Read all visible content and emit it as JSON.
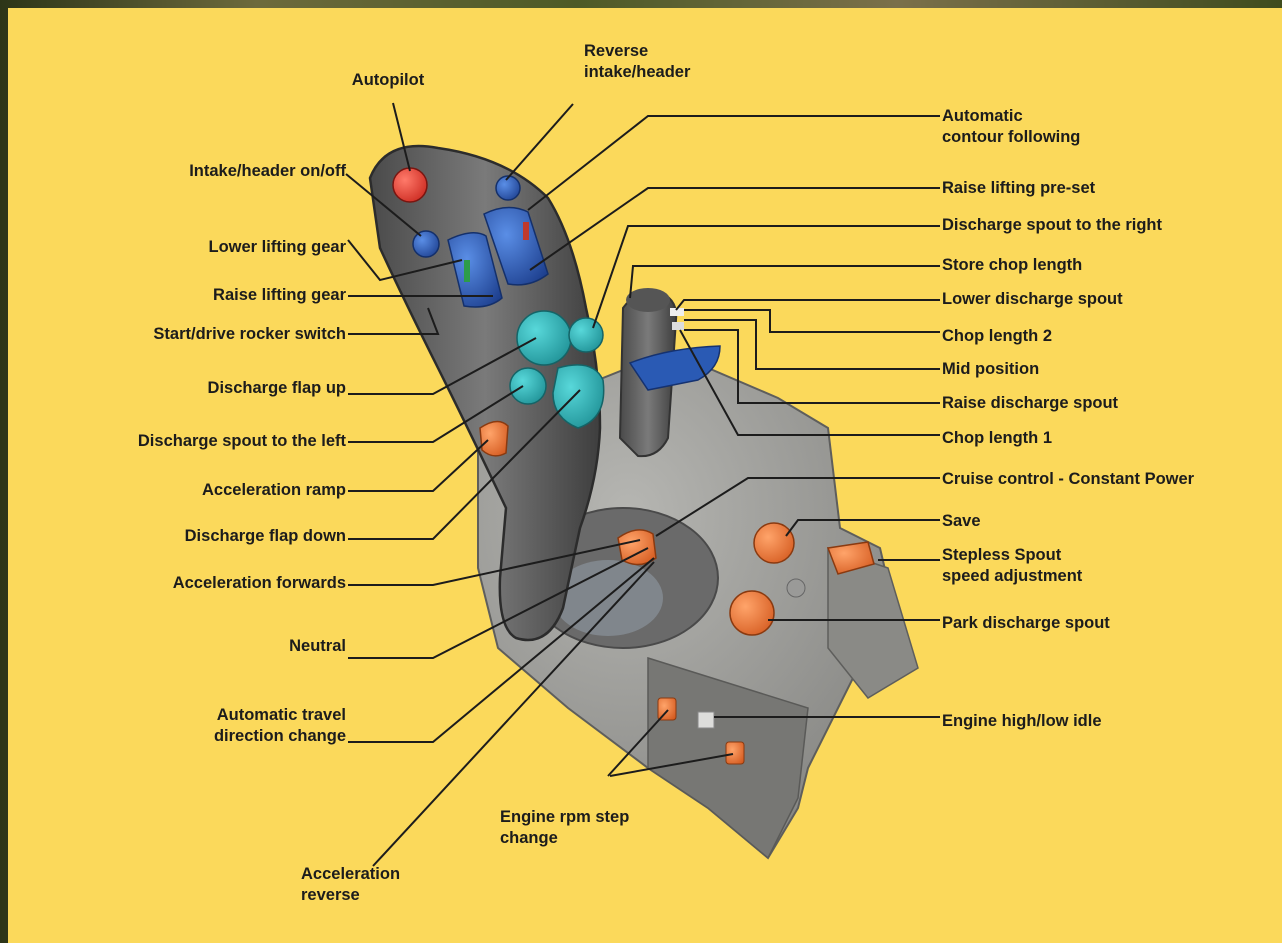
{
  "labels": {
    "autopilot": "Autopilot",
    "reverse_intake": "Reverse\nintake/header",
    "intake_onoff": "Intake/header on/off",
    "lower_lifting": "Lower lifting gear",
    "raise_lifting": "Raise lifting gear",
    "start_drive": "Start/drive rocker switch",
    "flap_up": "Discharge flap up",
    "spout_left": "Discharge spout to the left",
    "accel_ramp": "Acceleration ramp",
    "flap_down": "Discharge flap down",
    "accel_fwd": "Acceleration forwards",
    "neutral": "Neutral",
    "auto_travel": "Automatic travel\ndirection change",
    "accel_rev": "Acceleration\nreverse",
    "engine_rpm": "Engine rpm step\nchange",
    "auto_contour": "Automatic\ncontour following",
    "raise_preset": "Raise lifting pre-set",
    "spout_right": "Discharge spout to the right",
    "store_chop": "Store chop length",
    "lower_spout": "Lower discharge spout",
    "chop2": "Chop length 2",
    "mid": "Mid position",
    "raise_spout": "Raise discharge spout",
    "chop1": "Chop length 1",
    "cruise": "Cruise control - Constant Power",
    "save": "Save",
    "stepless": "Stepless Spout\nspeed adjustment",
    "park_spout": "Park discharge spout",
    "engine_idle": "Engine high/low idle"
  },
  "colors": {
    "background": "#fbd95b",
    "joystick_body": "#6b6b6b",
    "button_red": "#e8443a",
    "button_blue": "#2a5ab4",
    "button_teal": "#2fb0b4",
    "button_orange": "#ee7733",
    "text": "#1c1c1c"
  }
}
